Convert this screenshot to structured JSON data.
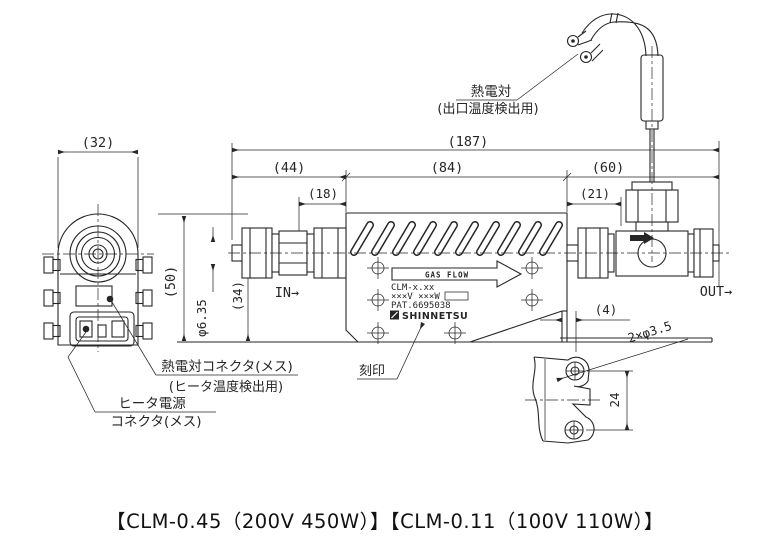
{
  "drawing": {
    "dims": {
      "d32": "(32)",
      "d187": "(187)",
      "d44": "(44)",
      "d18": "(18)",
      "d84": "(84)",
      "d60": "(60)",
      "d21": "(21)",
      "d50": "(50)",
      "d34": "(34)",
      "dia635": "φ6.35",
      "d4": "(4)",
      "d24": "24",
      "holes": "2×φ3.5"
    },
    "labels": {
      "thermocouple": "熱電対",
      "thermocouple_note": "(出口温度検出用)",
      "in": "IN→",
      "out": "OUT→",
      "gas_flow": "GAS FLOW",
      "engraving": "刻印",
      "tc_connector": "熱電対コネクタ(メス)",
      "tc_connector_note": "(ヒータ温度検出用)",
      "heater_power_1": "ヒータ電源",
      "heater_power_2": "コネクタ(メス)"
    },
    "nameplate": {
      "line1": "CLM-x.xx",
      "line2": "×××V ×××W",
      "patent": "PAT.6695038",
      "logo": "SHINNETSU"
    },
    "caption": "【CLM-0.45（200V 450W）】【CLM-0.11（100V 110W）】",
    "colors": {
      "line": "#262626",
      "background": "#ffffff"
    }
  }
}
